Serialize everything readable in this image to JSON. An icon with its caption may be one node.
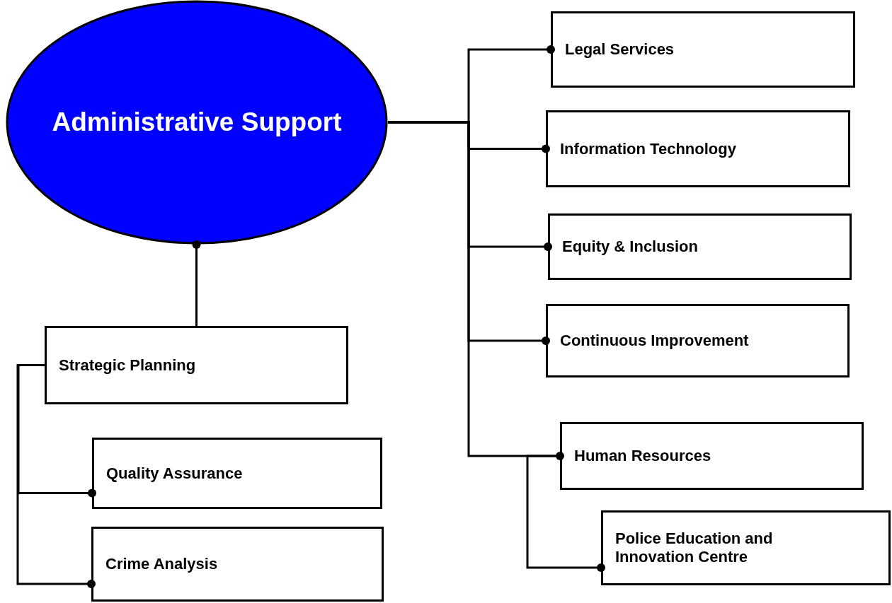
{
  "diagram": {
    "nodes": [
      {
        "text": [
          "Administrative Support"
        ]
      },
      {
        "text": [
          "Legal Services"
        ]
      },
      {
        "text": [
          "Information Technology"
        ]
      },
      {
        "text": [
          "Equity & Inclusion"
        ]
      },
      {
        "text": [
          "Continuous Improvement"
        ]
      },
      {
        "text": [
          "Human Resources"
        ]
      },
      {
        "text": [
          "Police Education and Innovation Centre"
        ]
      },
      {
        "text": [
          "Strategic Planning"
        ]
      },
      {
        "text": [
          "Quality Assurance"
        ]
      },
      {
        "text": [
          "Crime Analysis"
        ]
      }
    ],
    "edges": [
      {
        "from": 0,
        "to": 1,
        "arrow": "other"
      },
      {
        "from": 0,
        "to": 2,
        "arrow": "other"
      },
      {
        "from": 0,
        "to": 3,
        "arrow": "other"
      },
      {
        "from": 0,
        "to": 4,
        "arrow": "other"
      },
      {
        "from": 0,
        "to": 5,
        "arrow": "other"
      },
      {
        "from": 5,
        "to": 6,
        "arrow": "other"
      },
      {
        "from": 7,
        "to": 0,
        "arrow": "other"
      },
      {
        "from": 7,
        "to": 8,
        "arrow": "other"
      },
      {
        "from": 7,
        "to": 9,
        "arrow": "other"
      }
    ]
  }
}
